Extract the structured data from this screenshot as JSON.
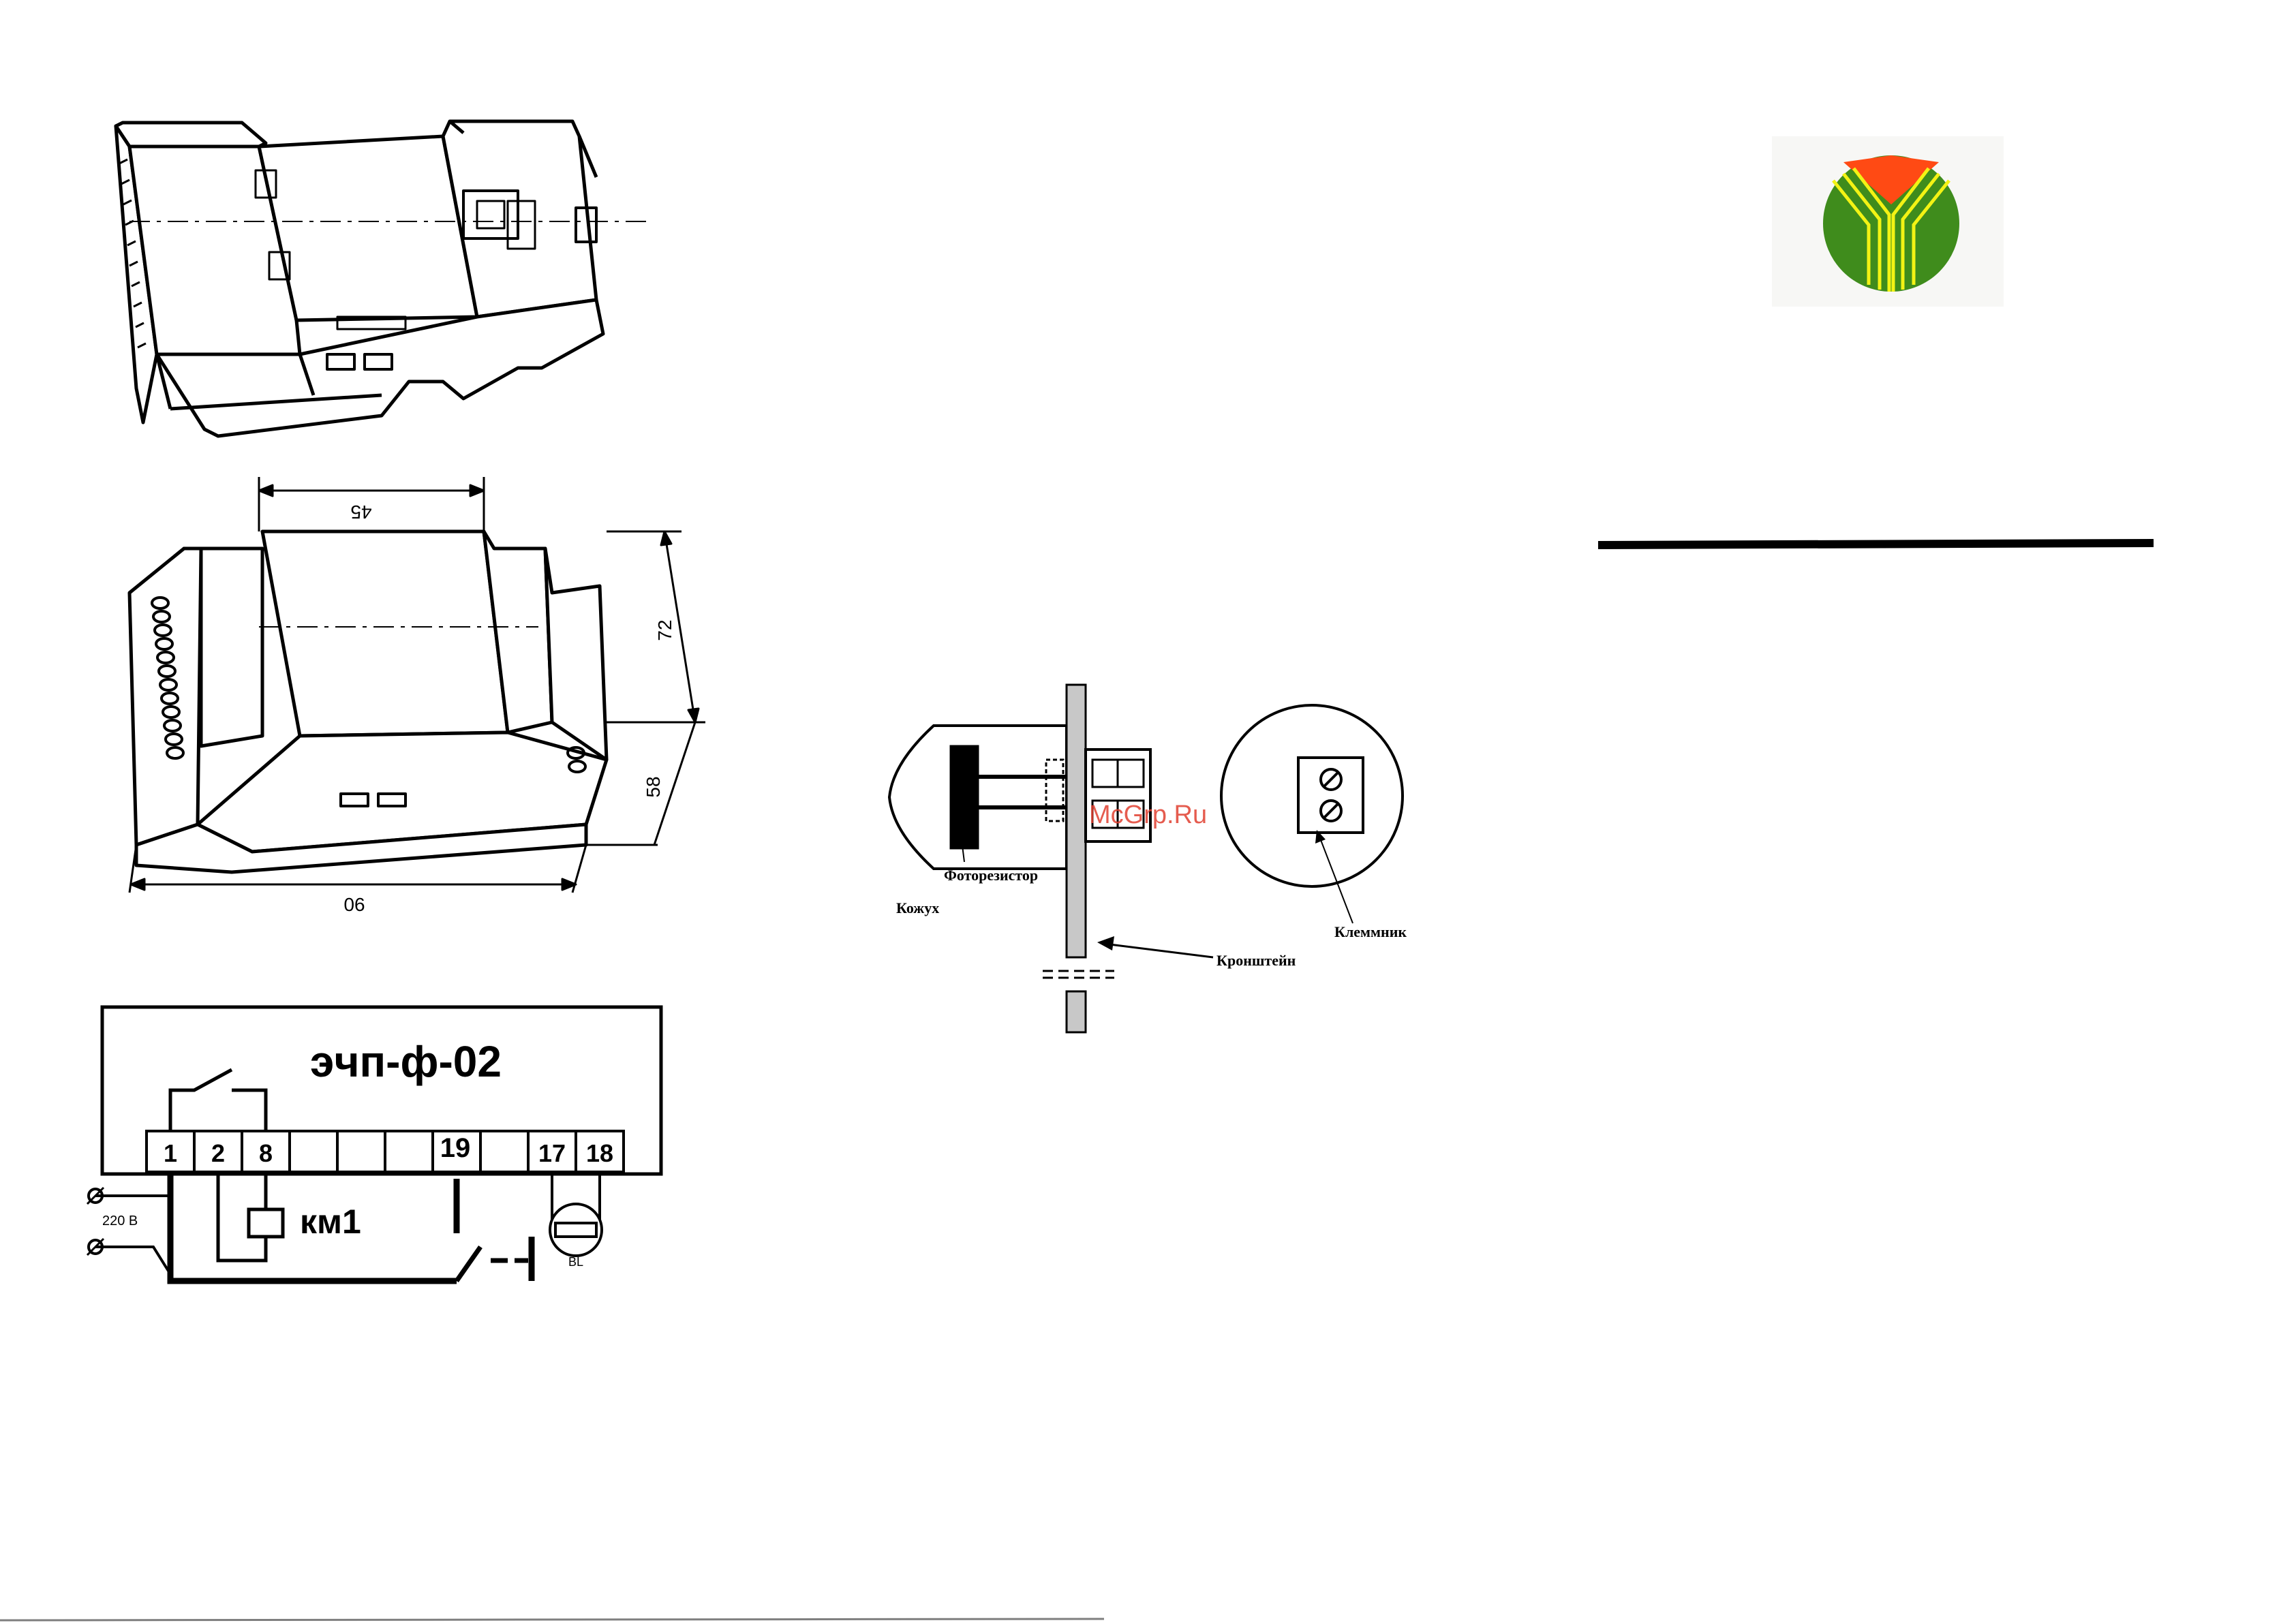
{
  "device": {
    "dimensions": {
      "width": "45",
      "height_top": "72",
      "height_bottom": "58",
      "length": "90"
    }
  },
  "wiring": {
    "model": "эчп-ф-02",
    "terminals": [
      "1",
      "2",
      "8",
      "",
      "",
      "",
      "19",
      "",
      "17",
      "18"
    ],
    "supply_voltage": "220 В",
    "relay_label": "км1",
    "sensor_label": "BL"
  },
  "sensor": {
    "watermark": "McGrp.Ru",
    "labels": {
      "photoresistor": "Фоторезистор",
      "housing": "Кожух",
      "bracket": "Кронштейн",
      "terminal_block": "Клеммник"
    }
  },
  "logo": {
    "colors": {
      "circle": "#3f8c1c",
      "accent": "#ff4a14",
      "lines": "#f3f314"
    }
  }
}
